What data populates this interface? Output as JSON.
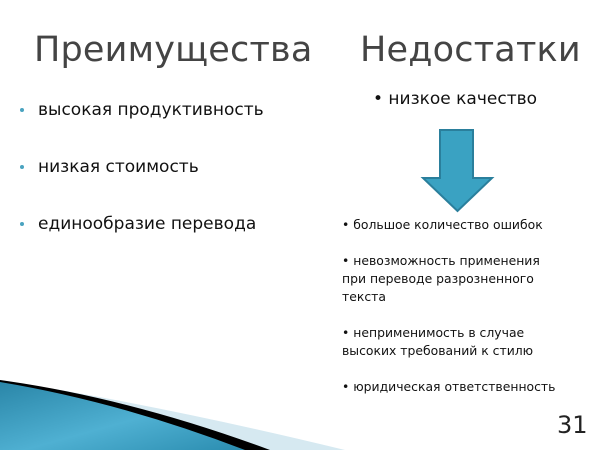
{
  "slide": {
    "page_number": "31",
    "left_column": {
      "title": "Преимущества",
      "items": [
        "высокая продуктивность",
        "низкая стоимость",
        "единообразие перевода"
      ]
    },
    "right_column": {
      "title": "Недостатки",
      "main_point": "• низкое качество",
      "arrow_icon": "down-arrow",
      "details": [
        "• большое количество ошибок",
        "• невозможность применения",
        "при переводе разрозненного",
        "текста",
        "• неприменимость в случае",
        "высоких требований к стилю",
        "• юридическая ответственность"
      ]
    },
    "colors": {
      "title": "#444444",
      "text": "#111111",
      "accent": "#3a9fbf",
      "arrow_fill": "#3aa2c2",
      "arrow_stroke": "#2a7f9c",
      "bullet": "#4aa3c0"
    }
  }
}
